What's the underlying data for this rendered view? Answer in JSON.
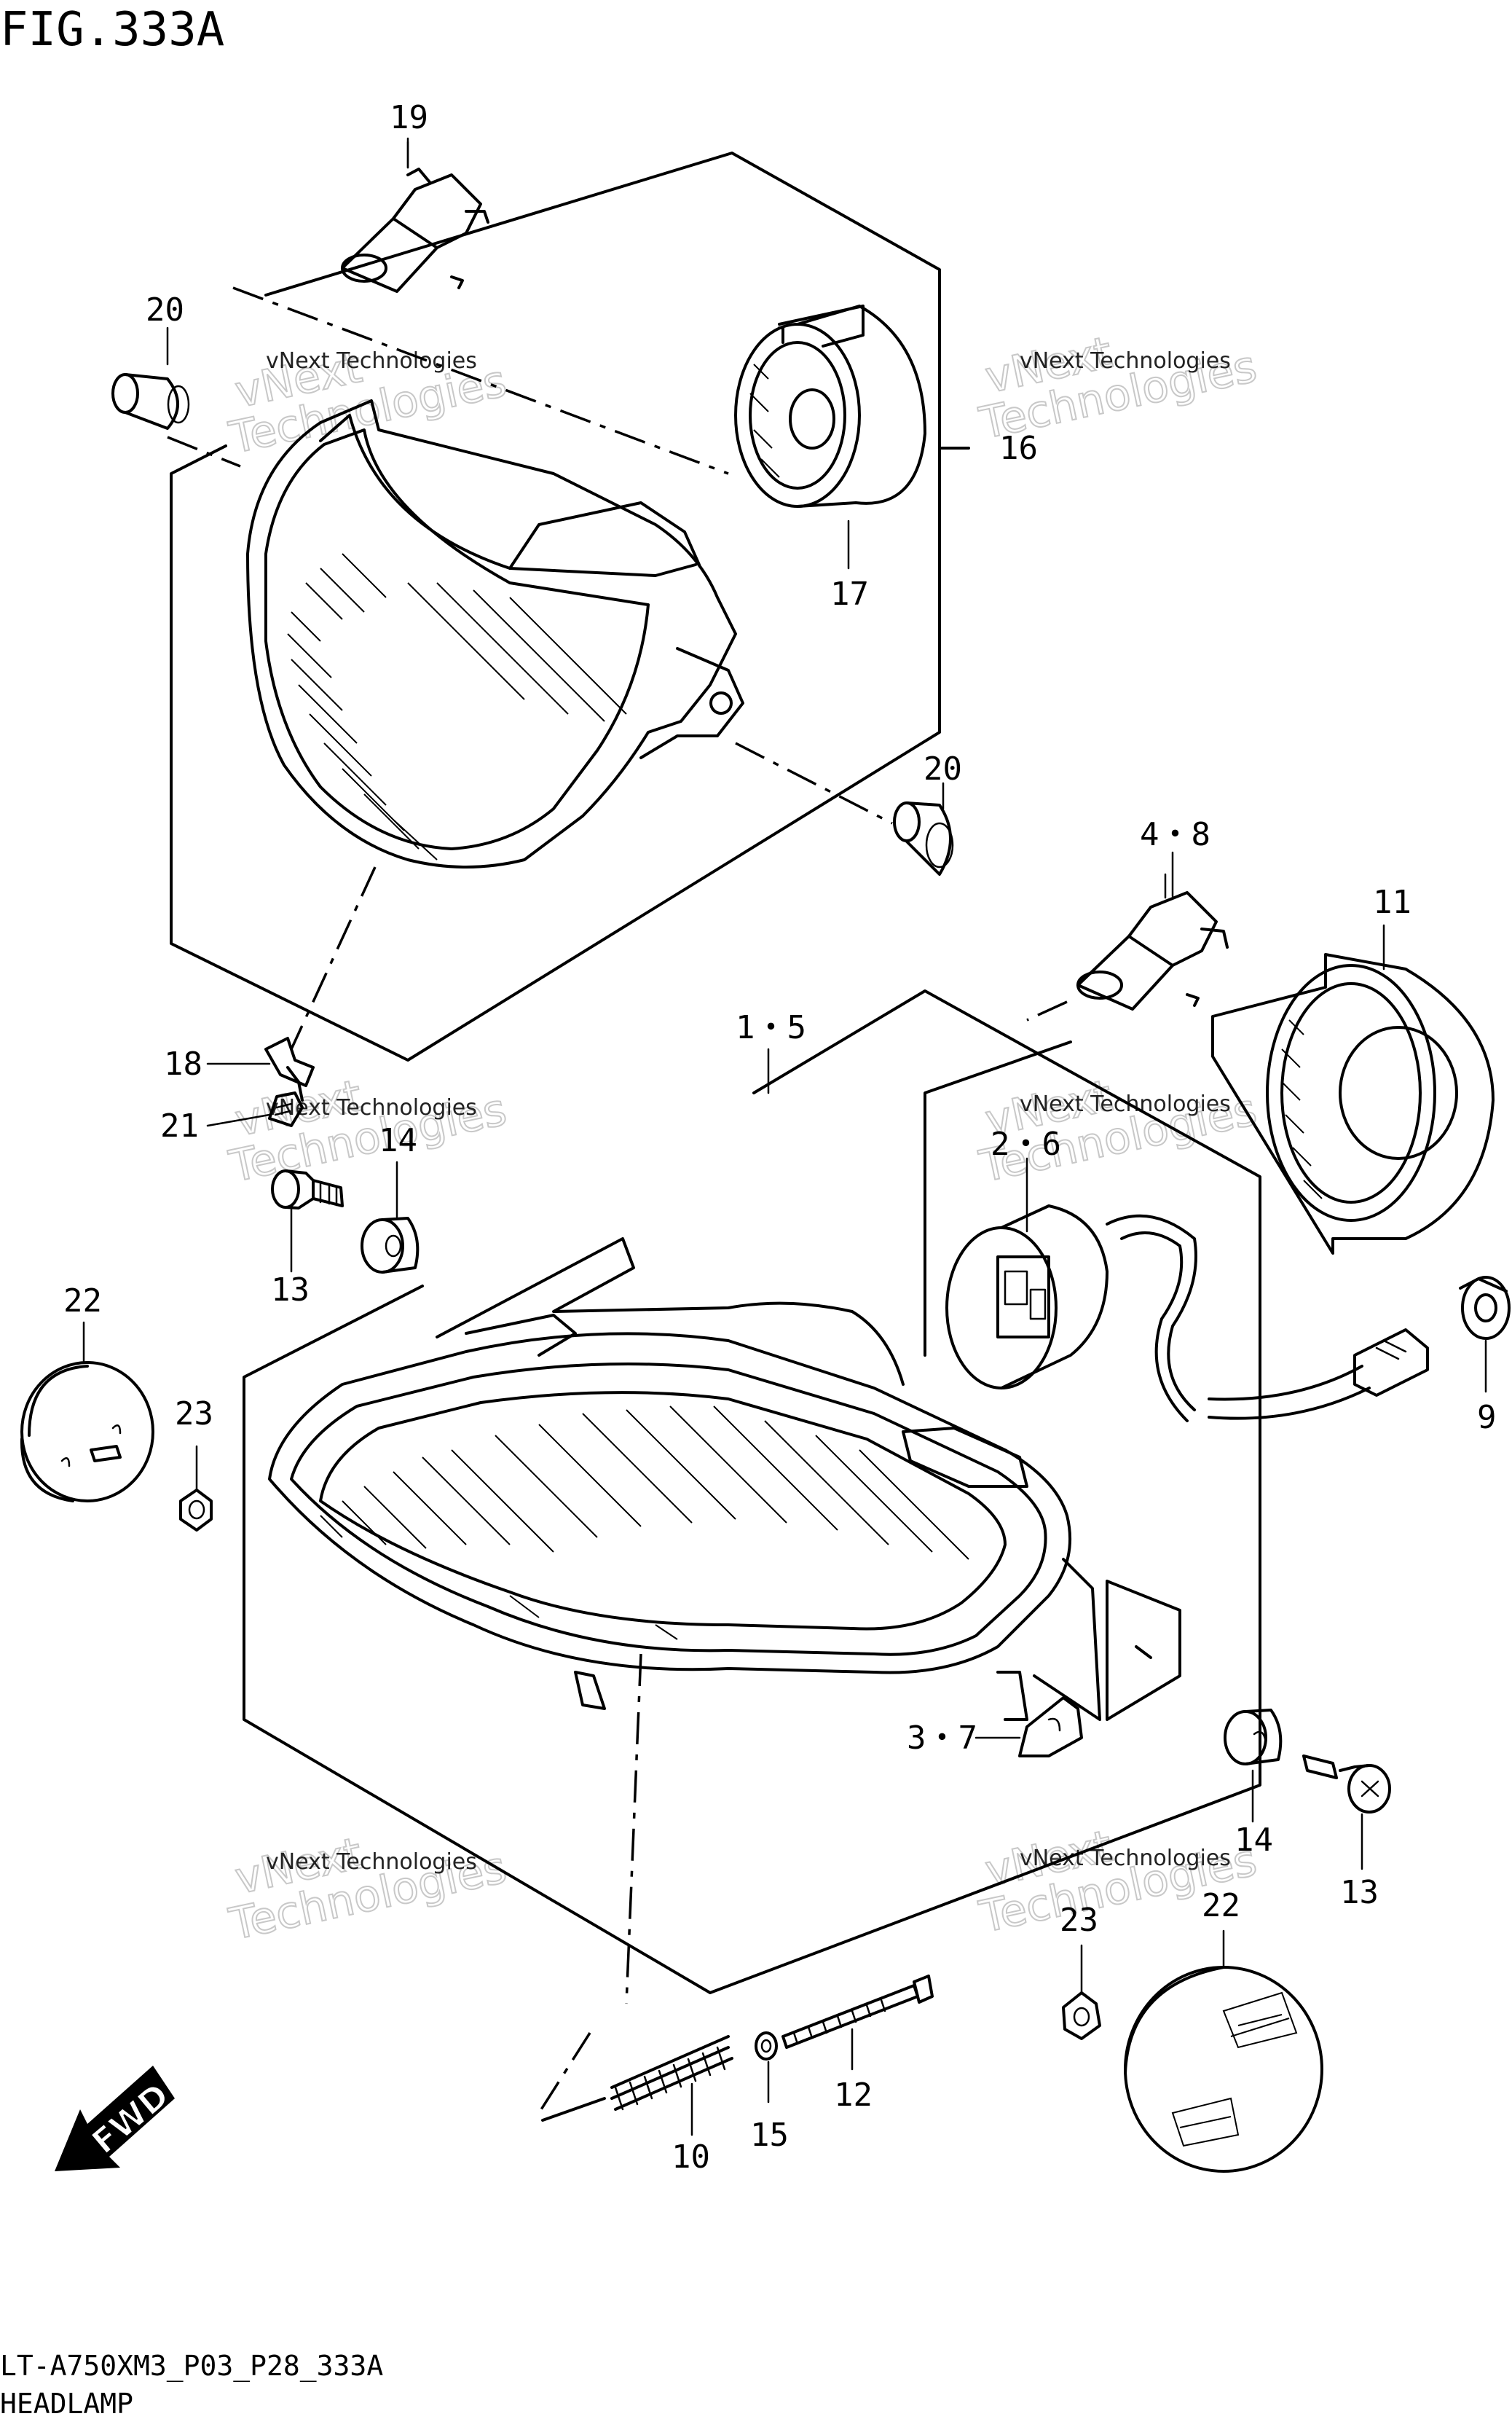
{
  "figure": {
    "title": "FIG.333A",
    "code": "LT-A750XM3_P03_P28_333A",
    "caption": "HEADLAMP"
  },
  "callouts": {
    "c19": "19",
    "c20a": "20",
    "c16": "16",
    "c17": "17",
    "c20b": "20",
    "c48": "4・8",
    "c11": "11",
    "c15a": "1・5",
    "c18": "18",
    "c21": "21",
    "c14a": "14",
    "c13a": "13",
    "c26": "2・6",
    "c9": "9",
    "c22a": "22",
    "c23a": "23",
    "c37": "3・7",
    "c14b": "14",
    "c13b": "13",
    "c23b": "23",
    "c22b": "22",
    "c12": "12",
    "c10": "10",
    "c15b": "15"
  },
  "watermark": {
    "line1": "vNext Technologies",
    "line2": "vNext",
    "line3": "Technologies"
  },
  "direction": {
    "label": "FWD"
  }
}
